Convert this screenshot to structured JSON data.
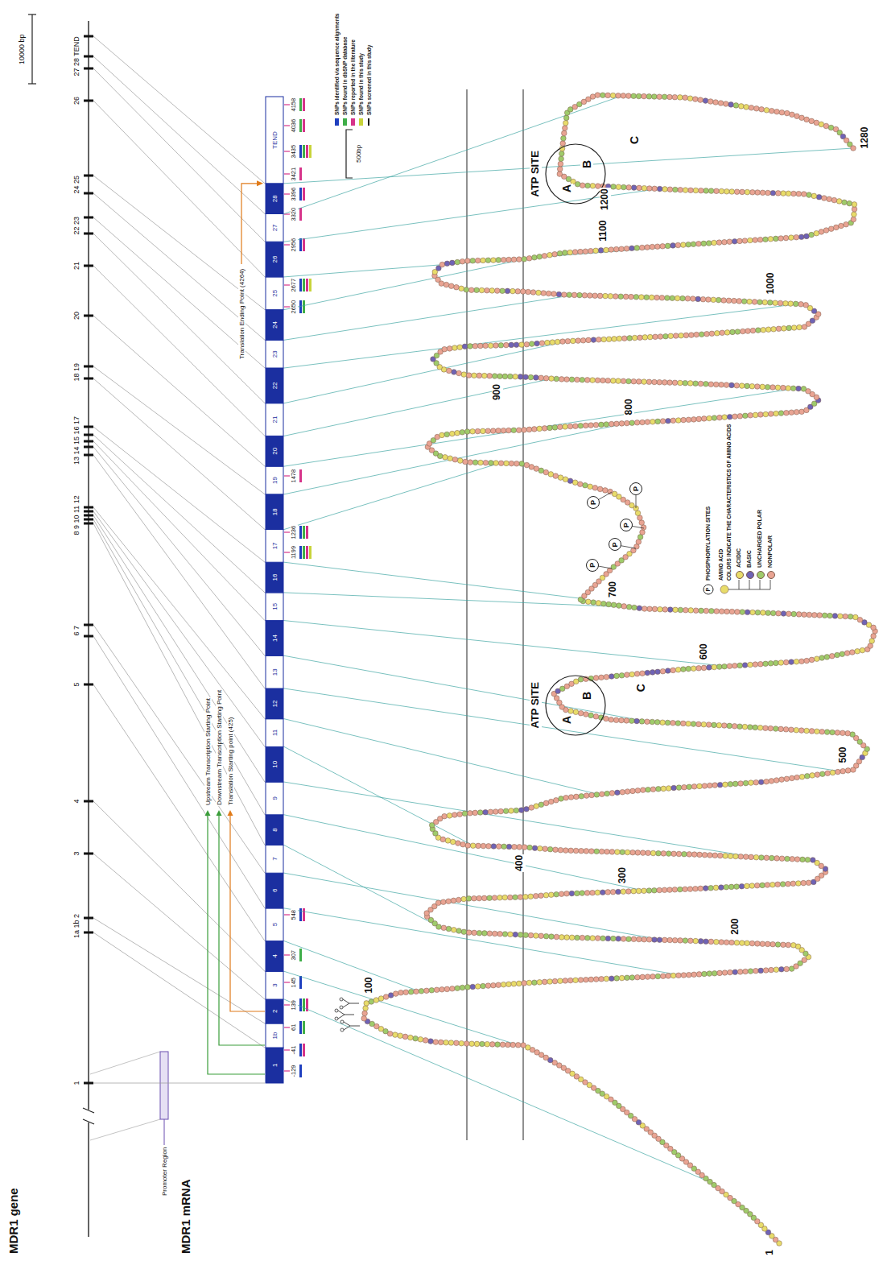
{
  "diagram": {
    "nodes": [
      {
        "text": [
          "ATP SITE",
          "A",
          "B"
        ]
      },
      {
        "text": [
          "P"
        ]
      },
      {
        "text": [
          "P"
        ]
      },
      {
        "text": [
          "P"
        ]
      },
      {
        "text": [
          "P"
        ]
      },
      {
        "text": [
          "P"
        ]
      },
      {
        "text": [
          "ATP SITE",
          "A",
          "B"
        ]
      }
    ],
    "labels": [
      "MDR1 gene",
      "MDR1 mRNA",
      "10000 bp",
      "Promoter Region",
      "1",
      "1a 1b 2",
      "3",
      "4",
      "5",
      "6 7",
      "8 9 10 11 12",
      "13 14 15 16 17",
      "18 19",
      "20",
      "21",
      "22 23",
      "24 25",
      "26",
      "27 28 TEND",
      "1",
      "1b",
      "2",
      "3",
      "4",
      "5",
      "6",
      "7",
      "8",
      "9",
      "10",
      "11",
      "12",
      "13",
      "14",
      "15",
      "16",
      "17",
      "18",
      "19",
      "20",
      "21",
      "22",
      "23",
      "24",
      "25",
      "26",
      "27",
      "28",
      "TEND",
      "Upstream Transcription Starting Point",
      "Downstream Transcription Starting Point",
      "Translation Starting point (425)",
      "Translation Ending Point (4264)",
      "500bp",
      "-129",
      "-41",
      "61",
      "139",
      "145",
      "307",
      "548",
      "1199",
      "1236",
      "1478",
      "2650",
      "2677",
      "2956",
      "3320",
      "3396",
      "3421",
      "3435",
      "4036",
      "4158",
      "C",
      "C",
      "1",
      "100",
      "200",
      "300",
      "400",
      "500",
      "600",
      "700",
      "800",
      "900",
      "1000",
      "1100",
      "1200",
      "1280",
      "AMINO ACID",
      "COLORS INDICATE THE CHARACTERISTICS OF AMINO ACIDS",
      "P"
    ],
    "legend": [
      {
        "text": "SNPs identified via sequence alignments",
        "color": "#1f3fbf"
      },
      {
        "text": "SNPs found in dbSNP database",
        "color": "#3fae49"
      },
      {
        "text": "SNPs reported in the literature",
        "color": "#d6338a"
      },
      {
        "text": "SNPs found in this study",
        "color": "#c8d43a"
      },
      {
        "text": "SNPs screened in this study"
      },
      {
        "text": "PHOSPHORYLATION SITES"
      },
      {
        "text": "ACIDIC",
        "color": "#e8dc6a"
      },
      {
        "text": "BASIC",
        "color": "#6f63b5"
      },
      {
        "text": "UNCHARGED POLAR",
        "color": "#9fcb6b"
      },
      {
        "text": "NONPOLAR",
        "color": "#e9a493"
      }
    ]
  }
}
